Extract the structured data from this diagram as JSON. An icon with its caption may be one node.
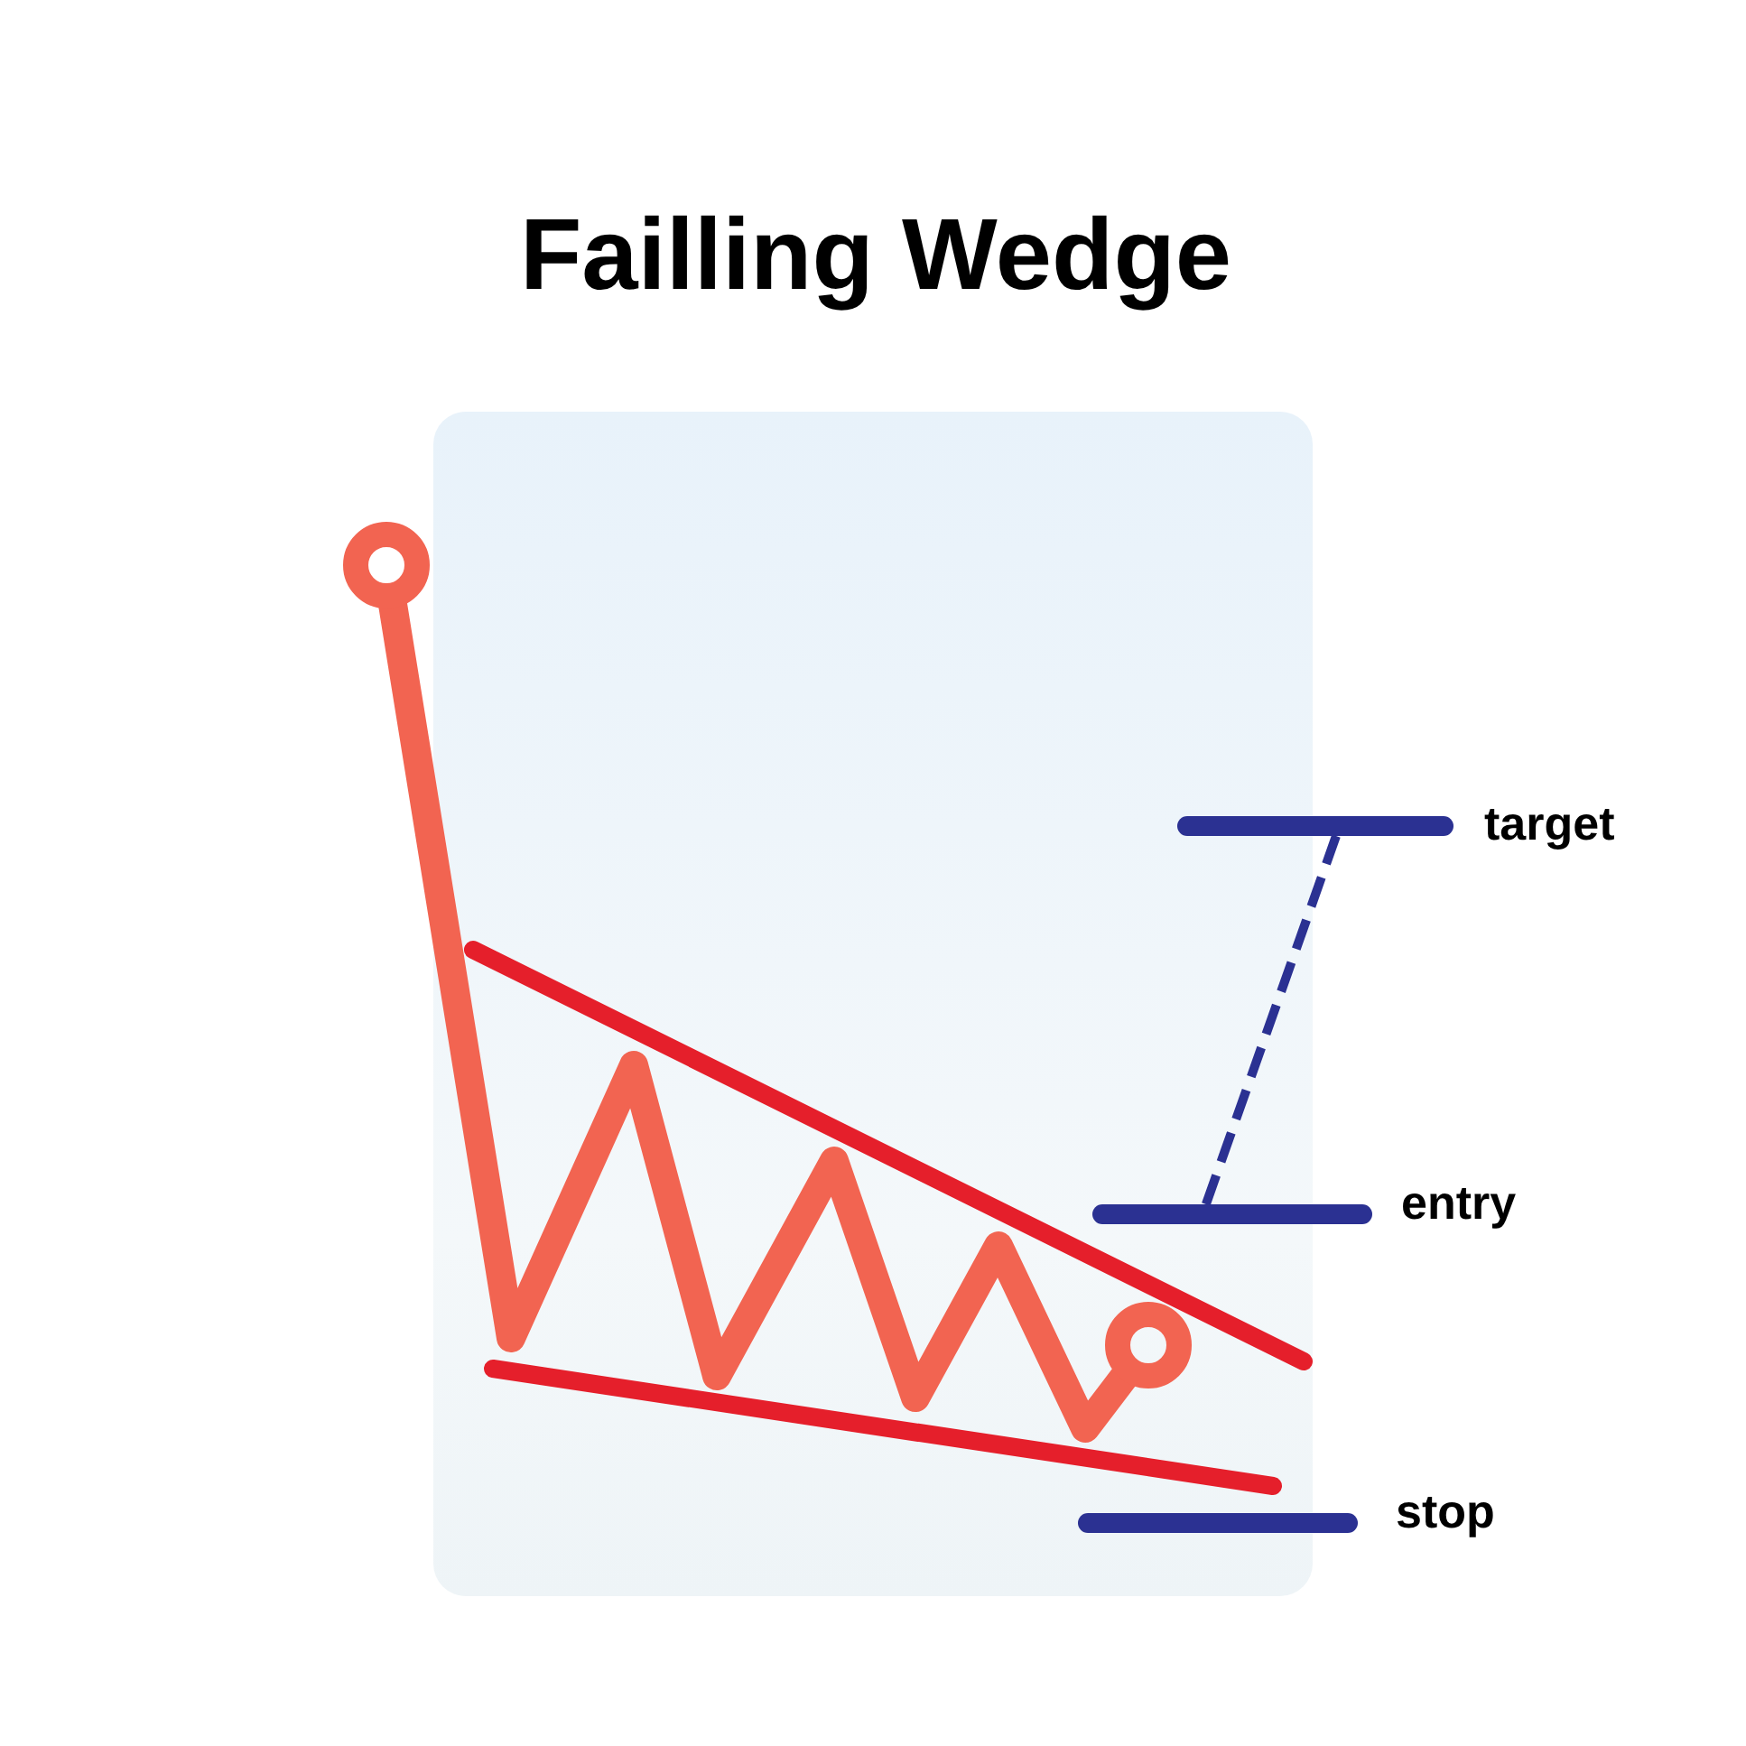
{
  "diagram": {
    "title": "Failling Wedge",
    "nodes": [
      {
        "text": [],
        "shape": "bar",
        "beside": [
          "target"
        ]
      },
      {
        "text": [],
        "shape": "bar",
        "beside": [
          "entry"
        ]
      },
      {
        "text": [],
        "shape": "bar",
        "beside": [
          "stop"
        ]
      }
    ],
    "edges": [
      {
        "from": 1,
        "to": 0,
        "arrow": "none",
        "style": "dashed"
      }
    ]
  }
}
